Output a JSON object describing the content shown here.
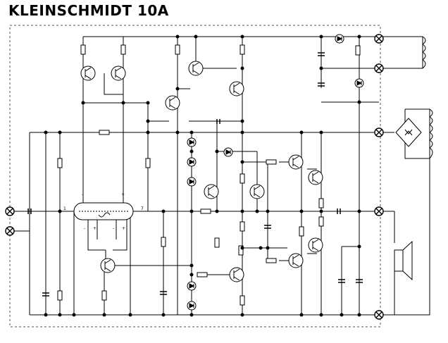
{
  "title": "KLEINSCHMIDT 10A",
  "tube_pins": {
    "p1": "-",
    "p2": "+",
    "p3": "1",
    "p4": "7",
    "p5": "-",
    "p6": "+",
    "p7": "-",
    "p8": "+"
  },
  "colors": {
    "ink": "#000000",
    "paper": "#ffffff",
    "outline": "#555555"
  }
}
